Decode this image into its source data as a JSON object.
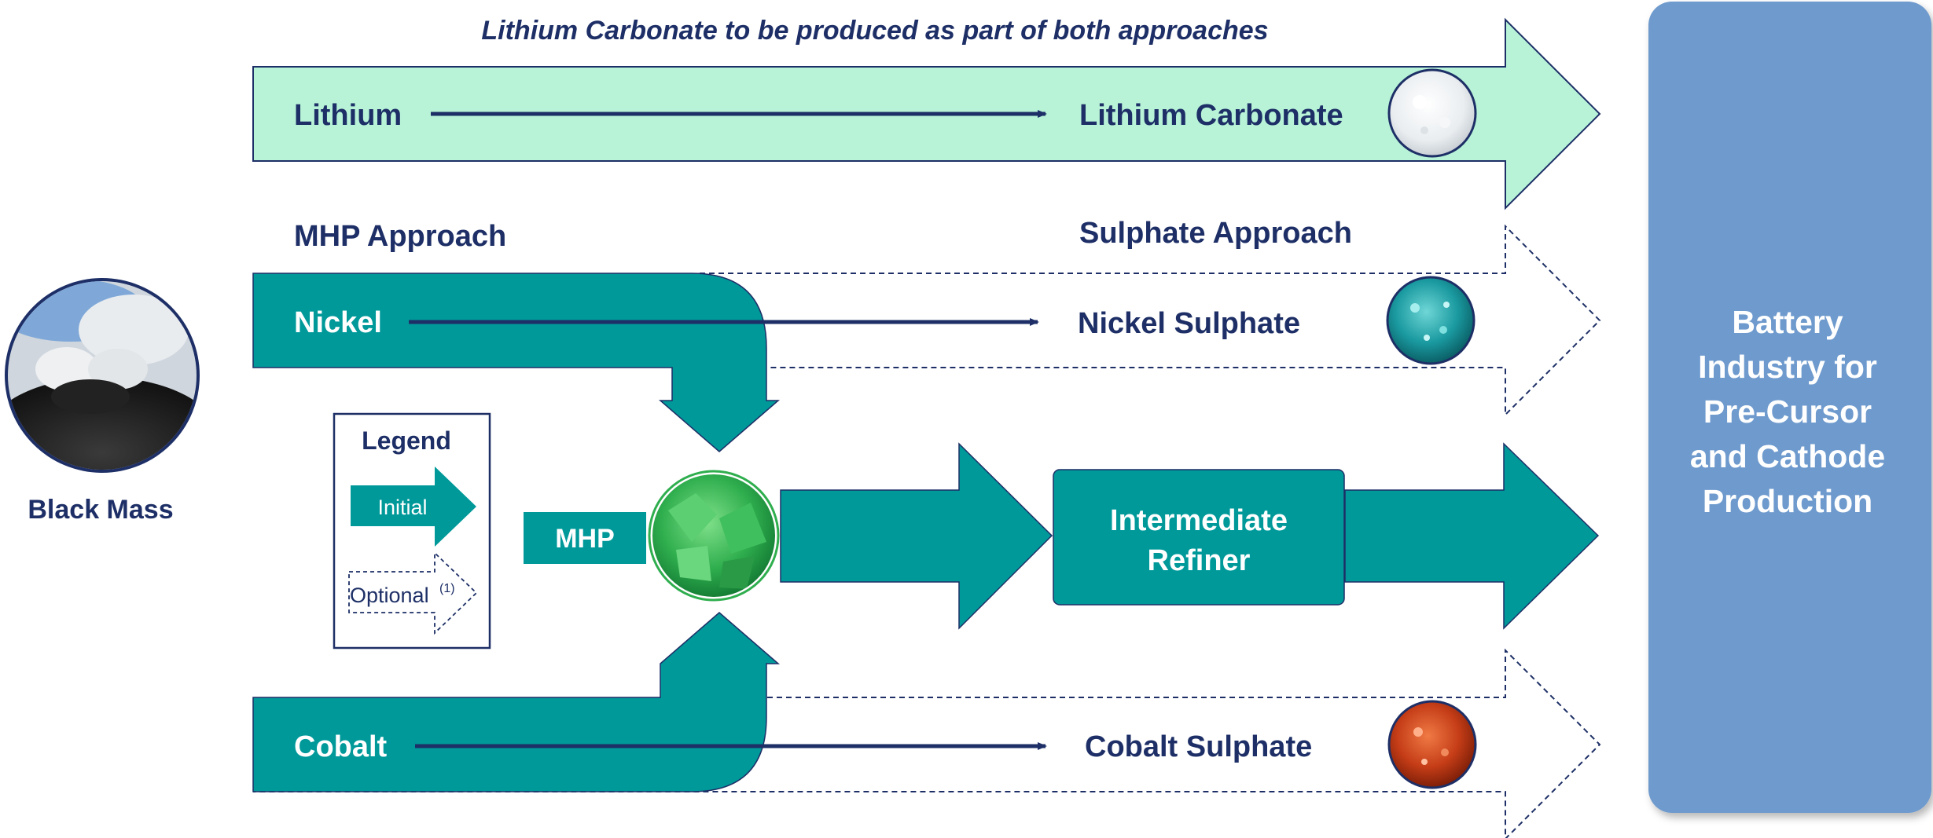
{
  "colors": {
    "navy": "#1d2f66",
    "teal": "#00999a",
    "mint": "#b8f3d8",
    "blue_panel": "#6e9acd",
    "white": "#ffffff"
  },
  "header": {
    "note": "Lithium Carbonate to be produced as part of both approaches"
  },
  "lithium_row": {
    "input": "Lithium",
    "output": "Lithium Carbonate",
    "output_icon": "white-powder-icon"
  },
  "approaches": {
    "mhp": "MHP Approach",
    "sulphate": "Sulphate Approach"
  },
  "nickel_row": {
    "input": "Nickel",
    "output": "Nickel Sulphate",
    "output_icon": "teal-crystals-icon"
  },
  "cobalt_row": {
    "input": "Cobalt",
    "output": "Cobalt Sulphate",
    "output_icon": "red-crystals-icon"
  },
  "black_mass": {
    "label": "Black Mass",
    "icon": "black-mass-photo-icon"
  },
  "mhp": {
    "label": "MHP",
    "icon": "green-mhp-icon"
  },
  "refiner": {
    "label_line1": "Intermediate",
    "label_line2": "Refiner"
  },
  "destination": {
    "lines": [
      "Battery",
      "Industry for",
      "Pre-Cursor",
      "and Cathode",
      "Production"
    ]
  },
  "legend": {
    "title": "Legend",
    "initial": "Initial",
    "optional": "Optional",
    "optional_note": "(1)"
  }
}
